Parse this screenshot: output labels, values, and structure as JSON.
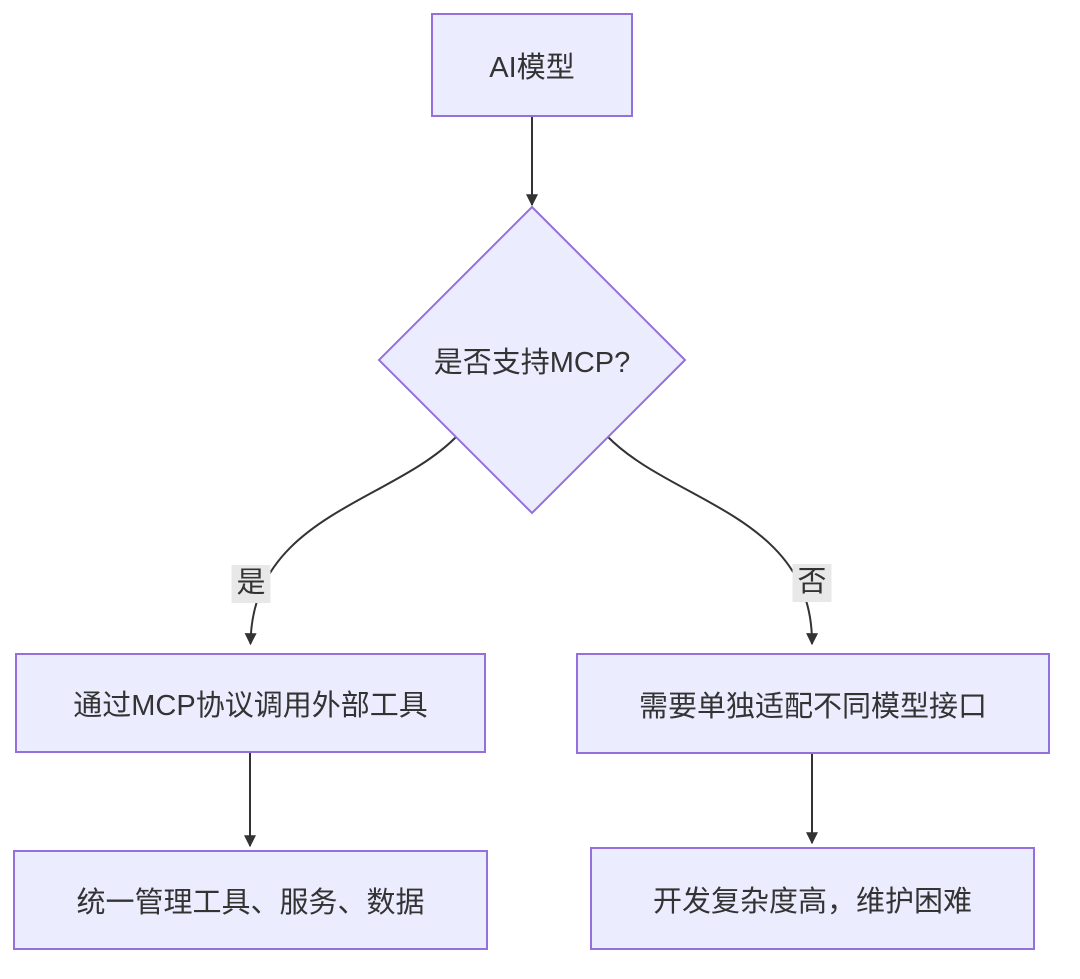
{
  "diagram": {
    "type": "flowchart",
    "direction": "top-down",
    "colors": {
      "node_fill": "#ECECFF",
      "node_border": "#9370DB",
      "text": "#333333",
      "edge": "#333333",
      "edge_label_bg": "#e8e8e8",
      "background": "#ffffff"
    },
    "nodes": {
      "ai_model": {
        "shape": "rect",
        "label": "AI模型"
      },
      "decision": {
        "shape": "diamond",
        "label": "是否支持MCP?"
      },
      "yes_action": {
        "shape": "rect",
        "label": "通过MCP协议调用外部工具"
      },
      "no_action": {
        "shape": "rect",
        "label": "需要单独适配不同模型接口"
      },
      "yes_result": {
        "shape": "rect",
        "label": "统一管理工具、服务、数据"
      },
      "no_result": {
        "shape": "rect",
        "label": "开发复杂度高，维护困难"
      }
    },
    "edges": [
      {
        "from": "ai_model",
        "to": "decision",
        "label": ""
      },
      {
        "from": "decision",
        "to": "yes_action",
        "label": "是"
      },
      {
        "from": "decision",
        "to": "no_action",
        "label": "否"
      },
      {
        "from": "yes_action",
        "to": "yes_result",
        "label": ""
      },
      {
        "from": "no_action",
        "to": "no_result",
        "label": ""
      }
    ],
    "edge_labels": {
      "yes": "是",
      "no": "否"
    }
  }
}
